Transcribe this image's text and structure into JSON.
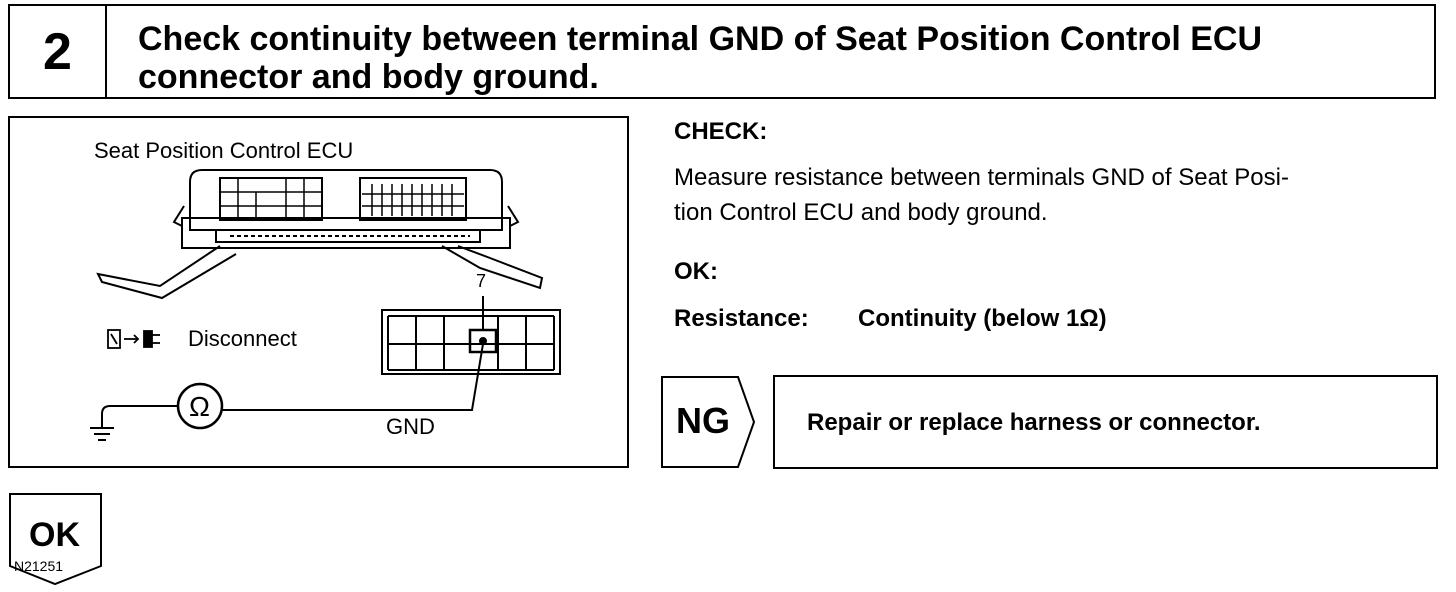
{
  "step": {
    "number": "2",
    "title_line1": "Check continuity between terminal GND of Seat Position Control ECU",
    "title_line2": "connector and body ground."
  },
  "figure": {
    "ecu_label": "Seat Position Control ECU",
    "disconnect_label": "Disconnect",
    "pin_number": "7",
    "gnd_label": "GND",
    "figure_id": "N21251",
    "ohm_symbol": "Ω"
  },
  "check": {
    "heading": "CHECK:",
    "text_line1": "Measure resistance between terminals GND of Seat Posi-",
    "text_line2": "tion Control ECU and body ground."
  },
  "ok_spec": {
    "heading": "OK:",
    "resistance_label": "Resistance:",
    "resistance_value": "Continuity (below 1Ω)"
  },
  "ng": {
    "label": "NG",
    "action": "Repair or replace harness or connector."
  },
  "ok_branch": {
    "label": "OK"
  }
}
